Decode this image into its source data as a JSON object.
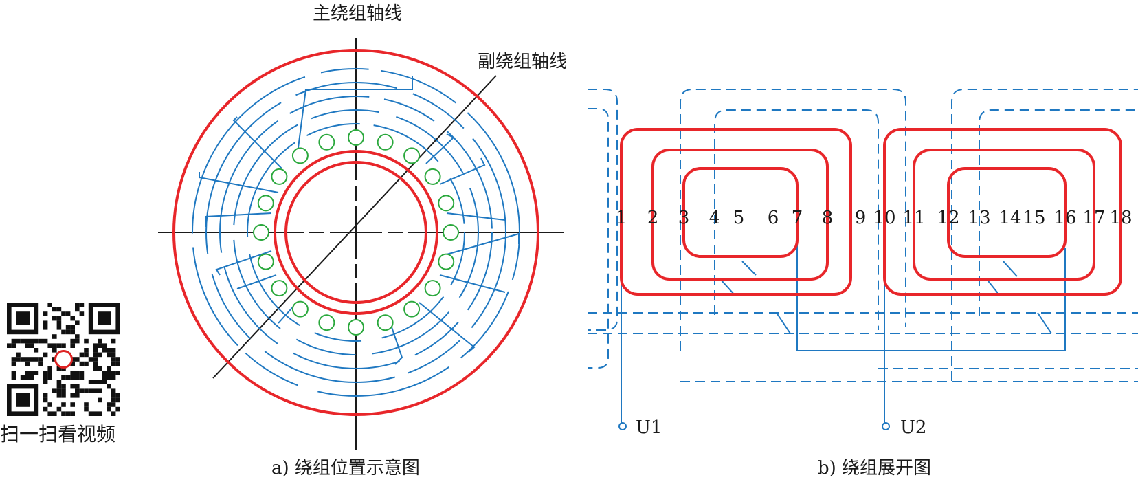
{
  "qr": {
    "label": "扫一扫看视频"
  },
  "diagram_a": {
    "caption": "a) 绕组位置示意图",
    "main_axis_label": "主绕组轴线",
    "aux_axis_label": "副绕组轴线"
  },
  "diagram_b": {
    "caption": "b) 绕组展开图",
    "slots": [
      "1",
      "2",
      "3",
      "4",
      "5",
      "6",
      "7",
      "8",
      "9",
      "10",
      "11",
      "12",
      "13",
      "14",
      "15",
      "16",
      "17",
      "18"
    ],
    "terminal_u1": "U1",
    "terminal_u2": "U2"
  },
  "colors": {
    "main_winding": "#e8262a",
    "aux_winding": "#1f78c1",
    "slot": "#2aa83c",
    "axis": "#1a1a1a"
  }
}
